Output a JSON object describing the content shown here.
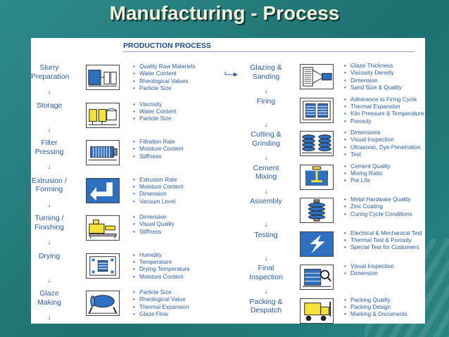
{
  "slide_title": "Manufacturing - Process",
  "panel_title": "PRODUCTION PROCESS",
  "arrow_glyph": "↓",
  "left_steps": [
    {
      "label": "Slurry\nPreparation",
      "icon": "slurry-tanks-icon",
      "bullets": [
        "Quality Raw Materiels",
        "Water Content",
        "Rheological Values",
        "Particle Size"
      ]
    },
    {
      "label": "Storage",
      "icon": "storage-tanks-icon",
      "bullets": [
        "Viscosity",
        "Water Content",
        "Particle Size"
      ]
    },
    {
      "label": "Filter\nPressing",
      "icon": "filter-press-icon",
      "bullets": [
        "Filtration Rate",
        "Moisture Content",
        "Stiffness"
      ]
    },
    {
      "label": "Extrusion /\nForming",
      "icon": "extrusion-icon",
      "bullets": [
        "Extrusion Rate",
        "Moisture Content",
        "Dimension",
        "Vacuum Level"
      ]
    },
    {
      "label": "Turning /\nFinishing",
      "icon": "lathe-icon",
      "bullets": [
        "Dimension",
        "Visual Quality",
        "Stiffness"
      ]
    },
    {
      "label": "Drying",
      "icon": "drying-chamber-icon",
      "bullets": [
        "Humidity",
        "Temperature",
        "Drying Temperature",
        "Moisture Content"
      ]
    },
    {
      "label": "Glaze\nMaking",
      "icon": "glaze-mill-icon",
      "bullets": [
        "Particle Size",
        "Rheological Value",
        "Thermal Expansion",
        "Glaze Flow"
      ]
    }
  ],
  "right_steps": [
    {
      "label": "Glazing &\nSanding",
      "icon": "glaze-spray-icon",
      "bullets": [
        "Glaze Thickness",
        "Viscosity Density",
        "Dimension",
        "Sand Size & Quality"
      ]
    },
    {
      "label": "Firing",
      "icon": "kiln-icon",
      "bullets": [
        "Adherence to Firing Cycle",
        "Thermal Expansion",
        "Kiln Pressure & Temperature",
        "Porosity"
      ]
    },
    {
      "label": "Cutting &\nGrinding",
      "icon": "insulator-stack-icon",
      "bullets": [
        "Dimensions",
        "Visual Inspection",
        "Ultrasonic, Dye Penetration",
        "Test"
      ]
    },
    {
      "label": "Cement\nMixing",
      "icon": "mixer-icon",
      "bullets": [
        "Cement Quality",
        "Mixing Ratio",
        "Pot Life"
      ]
    },
    {
      "label": "Assembly",
      "icon": "assembled-insulator-icon",
      "bullets": [
        "Metal Hardware Quality",
        "Zinc Coating",
        "Curing Cycle Conditions"
      ]
    },
    {
      "label": "Testing",
      "icon": "lightning-test-icon",
      "bullets": [
        "Electrical & Mechanical Test",
        "Thermal Test & Porosity",
        "Special Test for Customers"
      ]
    },
    {
      "label": "Final\nInspection",
      "icon": "inspection-icon",
      "bullets": [
        "Visual Inspection",
        "Dimension"
      ]
    },
    {
      "label": "Packing &\nDespatch",
      "icon": "forklift-icon",
      "bullets": [
        "Packing Quality",
        "Packing Design",
        "Marking & Documents"
      ]
    }
  ],
  "colors": {
    "background": "#1f7070",
    "title_text": "#f2f2d8",
    "diagram_text": "#2a5a98",
    "icon_blue": "#2f6fc0",
    "icon_yellow": "#f5e23a"
  }
}
